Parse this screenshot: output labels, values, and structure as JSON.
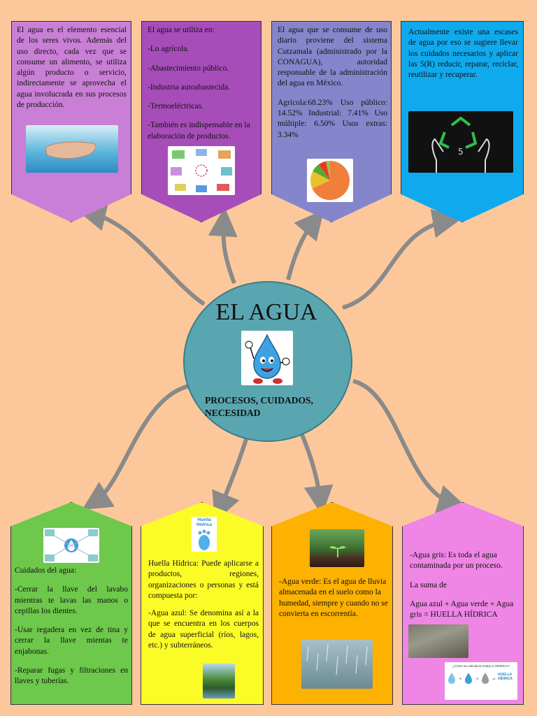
{
  "center": {
    "title": "EL AGUA",
    "subtitle": "PROCESOS, CUIDADOS, NECESIDAD"
  },
  "cards_top": [
    {
      "paragraphs": [
        "El agua es el elemento esencial de los seres vivos. Además del uso directo, cada vez que se consume un alimento, se utiliza algún producto o servicio, indirectamente se aprovecha el agua involucrada en sus procesos de producción."
      ]
    },
    {
      "paragraphs": [
        "El agua se utiliza en:",
        "-Lo agrícola.",
        "-Abastecimiento público.",
        "-Industria autoabastecida.",
        "-Termoeléctricas.",
        "-También es indispensable en la elaboración de productos."
      ]
    },
    {
      "paragraphs": [
        "El agua que se consume de uso diario proviene del sistema Cutzamala (administrado por la CONAGUA), autoridad responsable de la administración del agua en México.",
        "Agrícola:68.23% Uso público: 14.52% Industrial: 7.41% Uso múltiple: 6.50% Usos extras: 3.34%"
      ]
    },
    {
      "paragraphs": [
        "Actualmente existe una escases de agua por eso se sugiere llevar los cuidados necesarios y aplicar las 5(R) reducir, reparar, reciclar, reutilizar y recuperar."
      ]
    }
  ],
  "cards_bottom": [
    {
      "paragraphs": [
        "Cuidados del agua:",
        "-Cerrar la llave del lavabo mientras te lavas las manos o cepillas los dientes.",
        "-Usar regadera en vez de tina y cerrar la llave mientas te enjabonas.",
        "-Reparar fugas y filtraciones en llaves y tuberías."
      ]
    },
    {
      "paragraphs": [
        "Huella Hídrica: Puede aplicarse a productos, regiones, organizaciones o personas y está compuesta por:",
        "-Agua azul: Se denomina así a la que se encuentra en los cuerpos de agua superficial (ríos, lagos, etc.) y subterráneos."
      ]
    },
    {
      "paragraphs": [
        "-Agua verde: Es el agua de lluvia almacenada en el suelo como la humedad, siempre y cuando no se convierta en escorrentía."
      ]
    },
    {
      "paragraphs": [
        "-Agua gris: Es toda el agua contaminada por un proceso.",
        "La suma de",
        "Agua azul + Agua verde + Agua gris = HUELLA HÍDRICA"
      ]
    }
  ],
  "image_labels": {
    "huella_icon": "Huella Hídrica",
    "huella_diagram_title": "¿Cómo se calcula la HUELLA HÍDRICA?",
    "huella_diagram_label": "HUELLA HÍDRICA"
  },
  "chart_data": {
    "type": "pie",
    "categories": [
      "Agrícola",
      "Uso público",
      "Industrial",
      "Uso múltiple",
      "Usos extras"
    ],
    "values": [
      68.23,
      14.52,
      7.41,
      6.5,
      3.34
    ],
    "colors": [
      "#f07f3c",
      "#e8c22a",
      "#5aa832",
      "#e33b2b",
      "#9ac23b"
    ]
  },
  "colors": {
    "background": "#fcc89b",
    "card_purple_light": "#c97fd6",
    "card_purple": "#a64db9",
    "card_lavender": "#8585cb",
    "card_cyan": "#0fa9ee",
    "card_green": "#6dc84b",
    "card_yellow": "#fbfb27",
    "card_orange": "#fdb100",
    "card_pink": "#ef85e5",
    "center_circle": "#5aa6b0",
    "arrows": "#8a8a8a"
  }
}
